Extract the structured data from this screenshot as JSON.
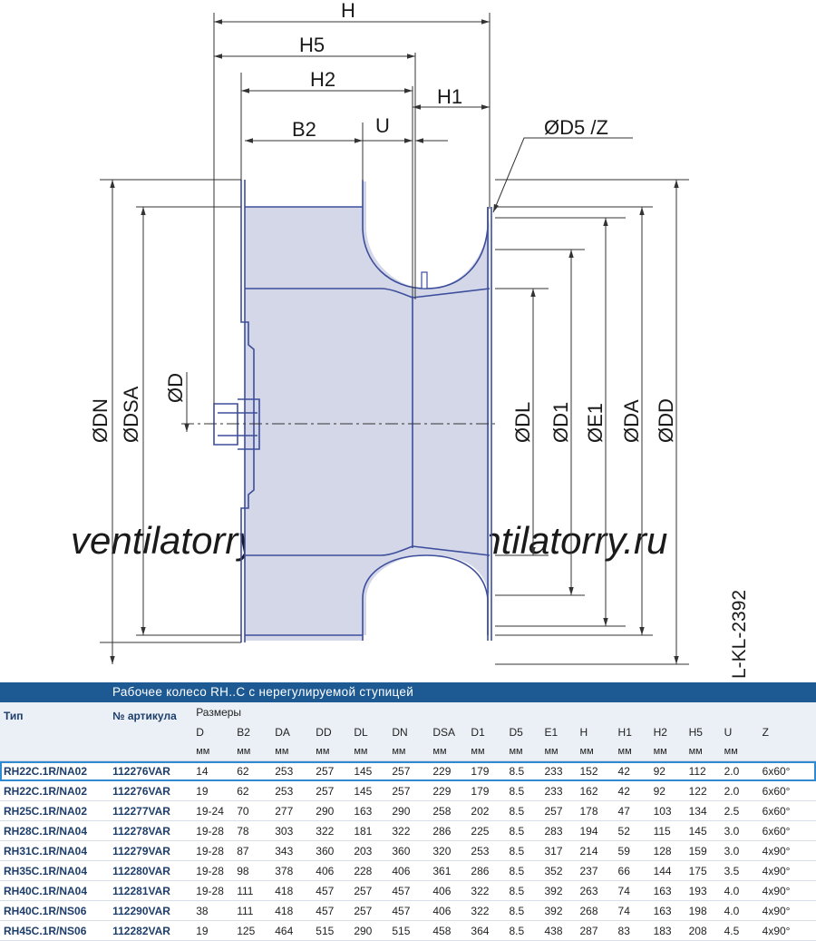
{
  "drawing": {
    "top_dimensions": [
      "H",
      "H5",
      "H2",
      "H1",
      "B2",
      "U",
      "ØD5 /Z"
    ],
    "left_dimensions": [
      "ØDN",
      "ØDSA",
      "ØD"
    ],
    "right_dimensions": [
      "ØDL",
      "ØD1",
      "ØE1",
      "ØDA",
      "ØDD"
    ],
    "drawing_code": "L-KL-2392",
    "watermark": "ventilatorry.ru",
    "colors": {
      "body": "#d3d7e8",
      "outline": "#3d4e9c",
      "title_bar": "#1d5a94",
      "highlight": "#2f8ad1"
    }
  },
  "table": {
    "title": "Рабочее колесо RH..C с нерегулируемой ступицей",
    "col_type": "Тип",
    "col_article": "№ артикула",
    "col_dims": "Размеры",
    "dim_headers": [
      "D",
      "B2",
      "DA",
      "DD",
      "DL",
      "DN",
      "DSA",
      "D1",
      "D5",
      "E1",
      "H",
      "H1",
      "H2",
      "H5",
      "U",
      "Z"
    ],
    "units": [
      "мм",
      "мм",
      "мм",
      "мм",
      "мм",
      "мм",
      "мм",
      "мм",
      "мм",
      "мм",
      "мм",
      "мм",
      "мм",
      "мм",
      "мм",
      ""
    ],
    "rows": [
      {
        "type": "RH22C.1R/NA02",
        "article": "112276VAR",
        "values": [
          "14",
          "62",
          "253",
          "257",
          "145",
          "257",
          "229",
          "179",
          "8.5",
          "233",
          "152",
          "42",
          "92",
          "112",
          "2.0",
          "6x60°"
        ]
      },
      {
        "type": "RH22C.1R/NA02",
        "article": "112276VAR",
        "values": [
          "19",
          "62",
          "253",
          "257",
          "145",
          "257",
          "229",
          "179",
          "8.5",
          "233",
          "162",
          "42",
          "92",
          "122",
          "2.0",
          "6x60°"
        ]
      },
      {
        "type": "RH25C.1R/NA02",
        "article": "112277VAR",
        "values": [
          "19-24",
          "70",
          "277",
          "290",
          "163",
          "290",
          "258",
          "202",
          "8.5",
          "257",
          "178",
          "47",
          "103",
          "134",
          "2.5",
          "6x60°"
        ]
      },
      {
        "type": "RH28C.1R/NA04",
        "article": "112278VAR",
        "values": [
          "19-28",
          "78",
          "303",
          "322",
          "181",
          "322",
          "286",
          "225",
          "8.5",
          "283",
          "194",
          "52",
          "115",
          "145",
          "3.0",
          "6x60°"
        ]
      },
      {
        "type": "RH31C.1R/NA04",
        "article": "112279VAR",
        "values": [
          "19-28",
          "87",
          "343",
          "360",
          "203",
          "360",
          "320",
          "253",
          "8.5",
          "317",
          "214",
          "59",
          "128",
          "159",
          "3.0",
          "4x90°"
        ]
      },
      {
        "type": "RH35C.1R/NA04",
        "article": "112280VAR",
        "values": [
          "19-28",
          "98",
          "378",
          "406",
          "228",
          "406",
          "361",
          "286",
          "8.5",
          "352",
          "237",
          "66",
          "144",
          "175",
          "3.5",
          "4x90°"
        ]
      },
      {
        "type": "RH40C.1R/NA04",
        "article": "112281VAR",
        "values": [
          "19-28",
          "111",
          "418",
          "457",
          "257",
          "457",
          "406",
          "322",
          "8.5",
          "392",
          "263",
          "74",
          "163",
          "193",
          "4.0",
          "4x90°"
        ]
      },
      {
        "type": "RH40C.1R/NS06",
        "article": "112290VAR",
        "values": [
          "38",
          "111",
          "418",
          "457",
          "257",
          "457",
          "406",
          "322",
          "8.5",
          "392",
          "268",
          "74",
          "163",
          "198",
          "4.0",
          "4x90°"
        ]
      },
      {
        "type": "RH45C.1R/NS06",
        "article": "112282VAR",
        "values": [
          "19",
          "125",
          "464",
          "515",
          "290",
          "515",
          "458",
          "364",
          "8.5",
          "438",
          "287",
          "83",
          "183",
          "208",
          "4.5",
          "4x90°"
        ]
      }
    ]
  }
}
